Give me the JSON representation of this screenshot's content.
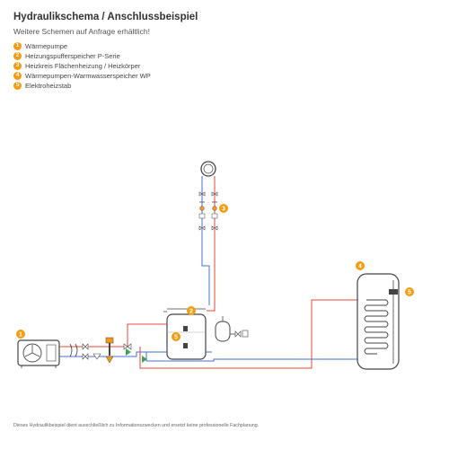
{
  "header": {
    "title": "Hydraulikschema / Anschlussbeispiel",
    "subtitle": "Weitere Schemen auf Anfrage erhältlich!"
  },
  "legend": [
    {
      "number": "1",
      "label": "Wärmepumpe"
    },
    {
      "number": "2",
      "label": "Heizungspufferspeicher P-Serie"
    },
    {
      "number": "3",
      "label": "Heizkreis Flächenheizung / Heizkörper"
    },
    {
      "number": "4",
      "label": "Wärmepumpen-Warmwasserspeicher WP"
    },
    {
      "number": "5",
      "label": "Elektroheizstab"
    }
  ],
  "markers": {
    "heat_pump": "1",
    "buffer_tank": "2",
    "heating_circuit": "3",
    "water_tank": "4",
    "heater_buffer": "5",
    "heater_water": "5"
  },
  "footer": "Dieses Hydraulikbeispiel dient ausschließlich zu Informationszwecken und ersetzt keine professionelle Fachplanung.",
  "colors": {
    "accent": "#f39c12",
    "flow_pipe": "#e8443a",
    "return_pipe": "#4a6fd6",
    "outline": "#444444"
  }
}
